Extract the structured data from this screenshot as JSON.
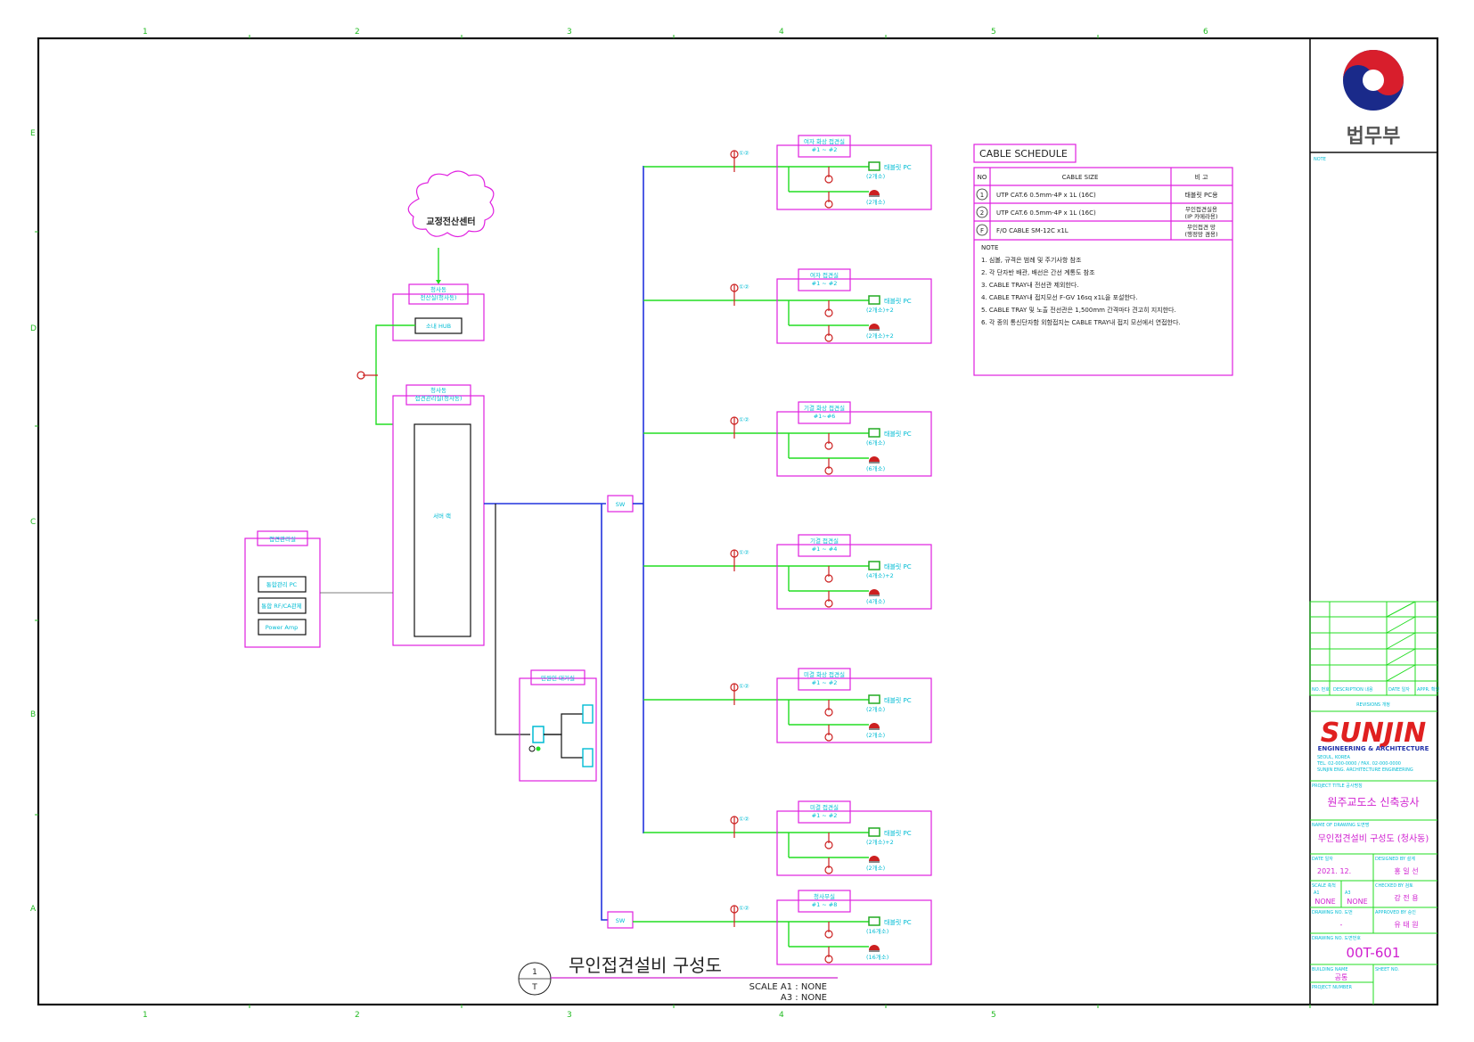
{
  "border": {
    "columns": [
      "1",
      "2",
      "3",
      "4",
      "5",
      "6"
    ],
    "rows": [
      "E",
      "D",
      "C",
      "B",
      "A"
    ]
  },
  "center": {
    "label": "교정전산센터"
  },
  "admin_room": {
    "title": "청사동",
    "subtitle": "전산실(청사동)",
    "hub": "소내 HUB"
  },
  "server_room": {
    "title": "청사동",
    "subtitle": "접견관리실(청사동)",
    "rack": "서버 랙"
  },
  "control_room": {
    "title": "접견관리실",
    "items": [
      "통합관리 PC",
      "통합 RF/CA관제",
      "Power Amp"
    ]
  },
  "guard_room": {
    "title": "민원인 대기실"
  },
  "sw_labels": {
    "top": "SW",
    "bottom": "SW"
  },
  "cable_tag": "①②",
  "rooms": [
    {
      "name": "여자 화상 접견실",
      "range": "#1 ~ #2",
      "device": "태블릿 PC",
      "qty1": "(2개소)",
      "qty2": "(2개소)"
    },
    {
      "name": "여자 접견실",
      "range": "#1 ~ #2",
      "device": "태블릿 PC",
      "qty1": "(2개소)+2",
      "qty2": "(2개소)+2"
    },
    {
      "name": "기결 화상 접견실",
      "range": "#1~#6",
      "device": "태블릿 PC",
      "qty1": "(6개소)",
      "qty2": "(6개소)"
    },
    {
      "name": "기결 접견실",
      "range": "#1 ~ #4",
      "device": "태블릿 PC",
      "qty1": "(4개소)+2",
      "qty2": "(4개소)"
    },
    {
      "name": "미결 화상 접견실",
      "range": "#1 ~ #2",
      "device": "태블릿 PC",
      "qty1": "(2개소)",
      "qty2": "(2개소)"
    },
    {
      "name": "미결 접견실",
      "range": "#1 ~ #2",
      "device": "태블릿 PC",
      "qty1": "(2개소)+2",
      "qty2": "(2개소)"
    },
    {
      "name": "청사무실",
      "range": "#1 ~ #8",
      "device": "태블릿 PC",
      "qty1": "(16개소)",
      "qty2": "(16개소)"
    }
  ],
  "cable_schedule": {
    "title": "CABLE SCHEDULE",
    "headers": [
      "NO",
      "CABLE SIZE",
      "비 고"
    ],
    "rows": [
      {
        "no": "1",
        "size": "UTP CAT.6 0.5mm-4P x 1L (16C)",
        "note": "태블릿 PC용"
      },
      {
        "no": "2",
        "size": "UTP CAT.6 0.5mm-4P x 1L (16C)",
        "note": "무인접견실용\n(IP 카메라용)"
      },
      {
        "no": "F",
        "size": "F/O CABLE SM-12C x1L",
        "note": "무인접견 망\n(행정망 겸용)"
      }
    ],
    "note_title": "NOTE",
    "notes": [
      "1. 심볼, 규격은 범례 및 주기사항 참조",
      "2. 각 단자반 배관, 배선은 간선 계통도 참조",
      "3. CABLE TRAY내 전선관 제외한다.",
      "4. CABLE TRAY내 접지모선 F-GV 16sq x1L을 포설한다.",
      "5. CABLE TRAY 및 노출 전선관은 1,500mm 간격마다 견고히 지지한다.",
      "6. 각 종의 통신단자함 외함접지는 CABLE TRAY내 접지 모선에서 연접한다."
    ]
  },
  "drawing_title": {
    "title": "무인접견설비 구성도",
    "num_top": "1",
    "num_bottom": "T",
    "scale_a1": "SCALE A1 : NONE",
    "scale_a3": "A3 : NONE"
  },
  "title_block": {
    "client": "법무부",
    "notes_label": "NOTE",
    "revision_headers": [
      "NO. 번호",
      "DESCRIPTION 내용",
      "DATE 일자",
      "APPR. 확인"
    ],
    "revision_label": "REVISIONS 개정",
    "company": "SUNJIN",
    "company_sub": "ENGINEERING & ARCHITECTURE",
    "company_info": [
      "SEOUL, KOREA",
      "TEL. 02-000-0000 / FAX. 02-000-0000",
      "SUNJIN ENG. ARCHITECTURE ENGINEERING"
    ],
    "project_title_label": "PROJECT TITLE 공사명칭",
    "project_title": "원주교도소 신축공사",
    "drawing_name_label": "NAME OF DRAWING 도면명",
    "drawing_name": "무인접견설비 구성도 (청사동)",
    "date_label": "DATE 일자",
    "date": "2021. 12.",
    "designed_label": "DESIGNED BY 설계",
    "designed": "홍 일 선",
    "scale_label": "SCALE 축척",
    "a1_label": "A1",
    "a3_label": "A3",
    "scale_a1": "NONE",
    "scale_a3": "NONE",
    "checked_label": "CHECKED BY 검토",
    "checked": "강 전 용",
    "drawn_label": "DRAWING NO. 도번",
    "drawn": "-",
    "approved_label": "APPROVED BY 승인",
    "approved": "유 태 원",
    "drawing_no_label": "DRAWING NO. 도면번호",
    "drawing_no": "00T-601",
    "building_label": "BUILDING NAME",
    "building": "공통",
    "sheet_label": "SHEET NO.",
    "project_number_label": "PROJECT NUMBER"
  },
  "colors": {
    "magenta": "#e020e0",
    "green": "#22dd22",
    "blue": "#2233dd",
    "cyan": "#00bcd4",
    "red": "#cc2020"
  }
}
